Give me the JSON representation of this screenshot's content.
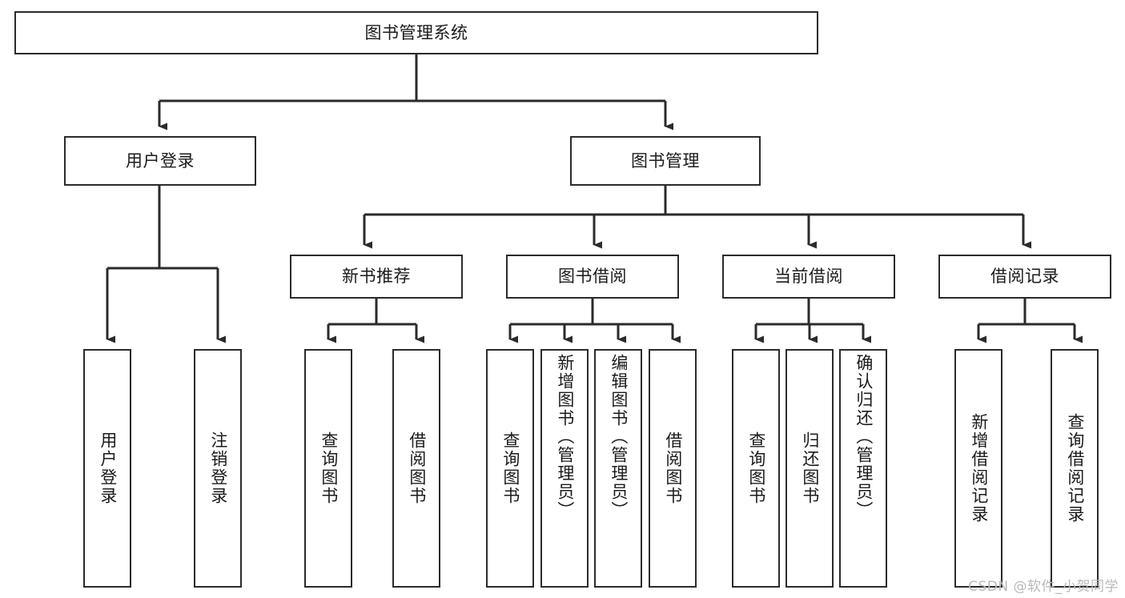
{
  "diagram": {
    "title": "图书管理系统",
    "type": "tree-hierarchy",
    "colors": {
      "box_border": "#2b2b2b",
      "box_fill": "#ffffff",
      "edge": "#2b2b2b",
      "text": "#1b1b1b",
      "watermark": "#b9b9b9",
      "background": "#ffffff"
    },
    "nodes": {
      "root": "图书管理系统",
      "level2": {
        "user_login": "用户登录",
        "book_manage": "图书管理"
      },
      "level3": {
        "new_book_rec": "新书推荐",
        "book_borrow": "图书借阅",
        "current_borrow": "当前借阅",
        "borrow_record": "借阅记录"
      },
      "leaves": {
        "user_login_1": "用户登录",
        "user_login_2": "注销登录",
        "new_book_rec_1": "查询图书",
        "new_book_rec_2": "借阅图书",
        "book_borrow_1": "查询图书",
        "book_borrow_2": "新增图书（管理员）",
        "book_borrow_3": "编辑图书（管理员）",
        "book_borrow_4": "借阅图书",
        "current_borrow_1": "查询图书",
        "current_borrow_2": "归还图书",
        "current_borrow_3": "确认归还（管理员）",
        "borrow_record_1": "新增借阅记录",
        "borrow_record_2": "查询借阅记录"
      }
    },
    "watermark": "CSDN @软件_小贺同学"
  }
}
